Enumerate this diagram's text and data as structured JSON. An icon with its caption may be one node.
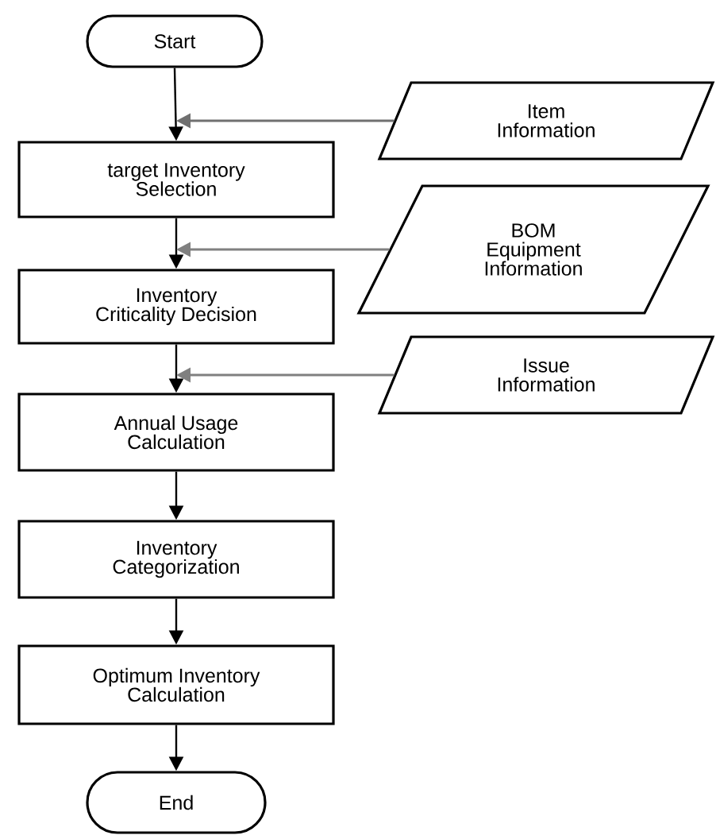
{
  "diagram": {
    "nodes": [
      {
        "text": [
          "Start"
        ]
      },
      {
        "text": [
          "Item Information"
        ]
      },
      {
        "text": [
          "target Inventory Selection"
        ]
      },
      {
        "text": [
          "BOM Equipment Information"
        ]
      },
      {
        "text": [
          "Inventory Criticality Decision"
        ]
      },
      {
        "text": [
          "Issue Information"
        ]
      },
      {
        "text": [
          "Annual Usage Calculation"
        ]
      },
      {
        "text": [
          "Inventory Categorization"
        ]
      },
      {
        "text": [
          "Optimum Inventory Calculation"
        ]
      },
      {
        "text": [
          "End"
        ]
      }
    ],
    "edges": [
      {
        "from": 0,
        "to": 2,
        "arrow": "to"
      },
      {
        "from": 1,
        "to": 2,
        "arrow": "to",
        "color": "#707070"
      },
      {
        "from": 2,
        "to": 4,
        "arrow": "to"
      },
      {
        "from": 3,
        "to": 4,
        "arrow": "to",
        "color": "#808080"
      },
      {
        "from": 4,
        "to": 6,
        "arrow": "to"
      },
      {
        "from": 5,
        "to": 6,
        "arrow": "to",
        "color": "#808080"
      },
      {
        "from": 6,
        "to": 7,
        "arrow": "to"
      },
      {
        "from": 7,
        "to": 8,
        "arrow": "to"
      },
      {
        "from": 8,
        "to": 9,
        "arrow": "to"
      }
    ]
  }
}
